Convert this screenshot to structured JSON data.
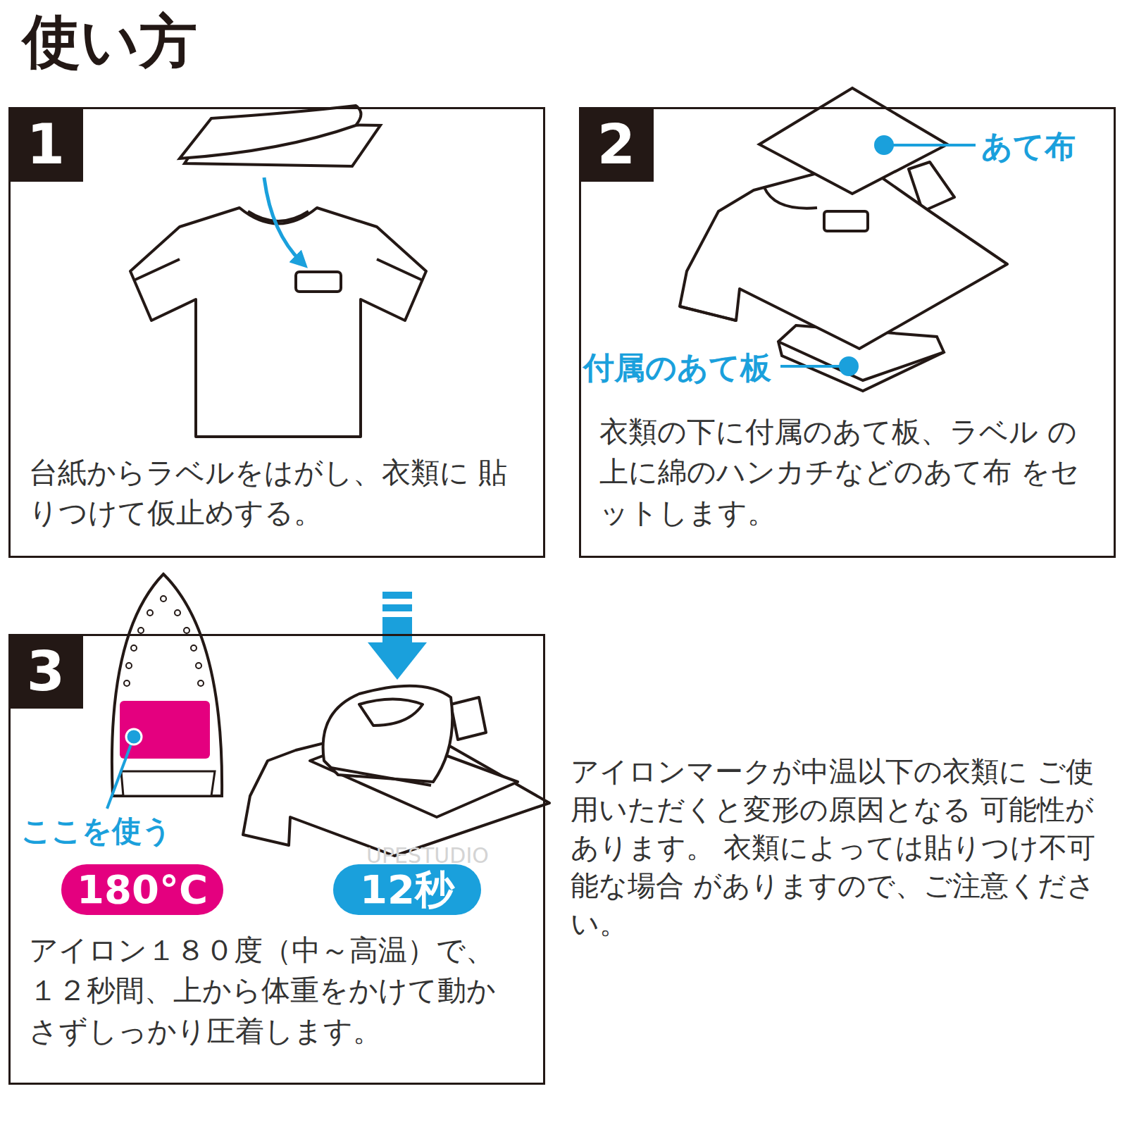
{
  "diagram": {
    "title": "使い方",
    "nodes": [
      {
        "text": [
          "1",
          "台紙からラベルをはがし、衣類に 貼りつけて仮止めする。"
        ]
      },
      {
        "text": [
          "2",
          "衣類の下に付属のあて板、ラベル の上に綿のハンカチなどのあて布 をセットします。"
        ]
      },
      {
        "text": [
          "3",
          "アイロン１８０度（中～高温）で、 １２秒間、上から体重をかけて動か さずしっかり圧着します。"
        ]
      },
      {
        "text": [
          "180°C"
        ],
        "in": 2
      },
      {
        "text": [
          "12秒"
        ],
        "in": 2
      }
    ],
    "labels": [
      "あて布",
      "付属のあて板",
      "ここを使う",
      "アイロンマークが中温以下の衣類に ご使用いただくと変形の原因となる 可能性があります。 衣類によっては貼りつけ不可能な場合 がありますので、ご注意ください。",
      "UPESTUDIO"
    ]
  }
}
